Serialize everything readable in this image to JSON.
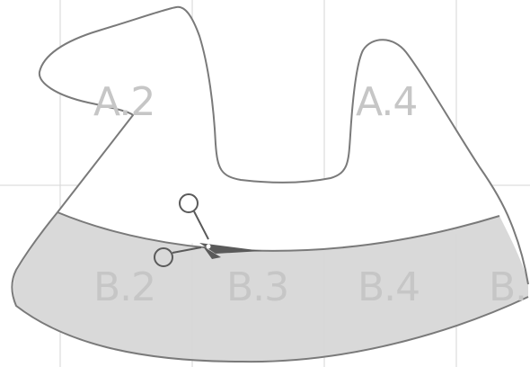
{
  "diagram": {
    "colors": {
      "band_fill": "#d9d9d9",
      "outline": "#7a7a7a",
      "grid": "#d6d6d6",
      "label": "#c6c6c6",
      "scissors": "#5a5a5a"
    },
    "labels": {
      "a2": "A.2",
      "a4": "A.4",
      "b2": "B.2",
      "b3": "B.3",
      "b4": "B.4",
      "b5": "B."
    },
    "icons": {
      "scissors": "scissors-icon"
    }
  }
}
